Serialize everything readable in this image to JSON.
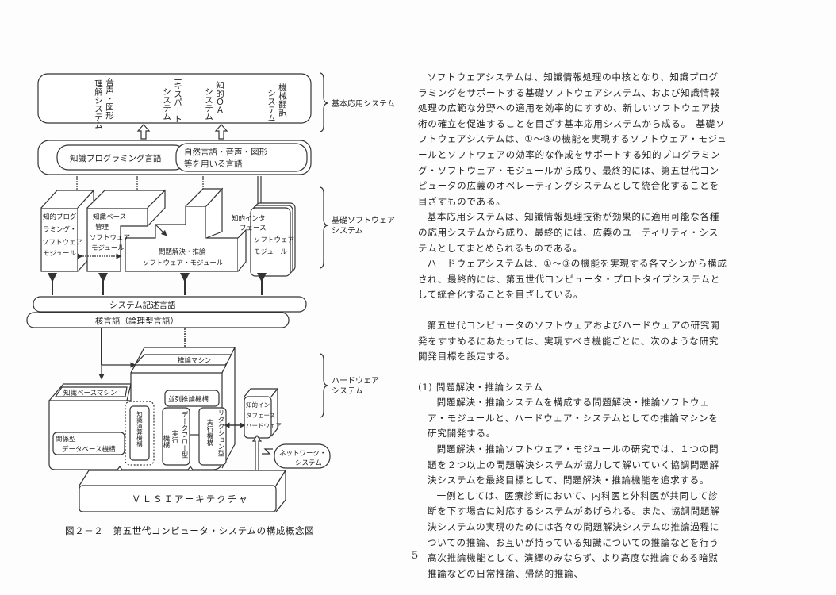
{
  "figure": {
    "caption": "図２－２　第五世代コンピュータ・システムの構成概念図",
    "application_systems": [
      "音声・図形理解システム",
      "エキスパートシステム",
      "知的ＯＡシステム",
      "機械翻訳システム"
    ],
    "app_col_lines": [
      [
        "理解システム",
        "音声・図形"
      ],
      [
        "エキスパート",
        "システム"
      ],
      [
        "知的ＯＡ",
        "システム"
      ],
      [
        "機械翻訳",
        "システム"
      ]
    ],
    "languages": {
      "knowledge_programming": "知識プログラミング言語",
      "natural_line1": "自然言語・音声・図形",
      "natural_line2": "等を用いる言語"
    },
    "software_modules": {
      "intelligent_programming": [
        "知的プログ",
        "ラミング・",
        "ソフトウェア",
        "モジュール"
      ],
      "kb_management": [
        "知識ベース",
        "管理",
        "ソフトウェア",
        "モジュール"
      ],
      "problem_solving": [
        "問題解決・推論",
        "ソフトウェア・モジュール"
      ],
      "intelligent_interface": [
        "知的インタ",
        "フェース",
        "ソフトウェア",
        "モジュール"
      ]
    },
    "system_description_language": "システム記述言語",
    "kernel_language": "核言語（論理型言語）",
    "hardware": {
      "inference_machine": "推論マシン",
      "kb_machine": "知識ベースマシン",
      "parallel_inference": "並列推論機構",
      "relational_db": [
        "関係型",
        "データベース機構"
      ],
      "knowledge_op": "知識演算機構",
      "dataflow": [
        "データフロー型",
        "実行",
        "機構"
      ],
      "reduction": [
        "リダクション型",
        "実行機構"
      ],
      "interface_hw": [
        "知的イン",
        "タフェース",
        "ハードウェア"
      ],
      "network": [
        "ネットワーク・",
        "システム"
      ],
      "vlsi": "ＶＬＳＩアーキテクチャ"
    },
    "brackets": {
      "basic_application": "基本応用システム",
      "basic_software_1": "基礎ソフトウェア",
      "basic_software_2": "システム",
      "hardware_1": "ハードウェア",
      "hardware_2": "システム"
    }
  },
  "text": {
    "p1": "ソフトウェアシステムは、知識情報処理の中核となり、知識プログラミングをサポートする基礎ソフトウェアシステム、および知識情報処理の広範な分野への適用を効率的にすすめ、新しいソフトウェア技術の確立を促進することを目ざす基本応用システムから成る。　基礎ソフトウェアシステムは、①～③の機能を実現するソフトウェア・モジュールとソフトウェアの効率的な作成をサポートする知的プログラミング・ソフトウェア・モジュールから成り、最終的には、第五世代コンピュータの広義のオペレーティングシステムとして統合化することを目ざすものである。",
    "p2": "基本応用システムは、知識情報処理技術が効果的に適用可能な各種の応用システムから成り、最終的には、広義のユーティリティ・システムとしてまとめられるものである。",
    "p3": "ハードウェアシステムは、①～③の機能を実現する各マシンから構成され、最終的には、第五世代コンピュータ・プロトタイプシステムとして統合化することを目ざしている。",
    "p4": "第五世代コンピュータのソフトウェアおよびハードウェアの研究開発をすすめるにあたっては、実現すべき機能ごとに、次のような研究開発目標を設定する。",
    "section1_heading": "(1) 問題解決・推論システム",
    "s1p1": "問題解決・推論システムを構成する問題解決・推論ソフトウェア・モジュールと、ハードウェア・システムとしての推論マシンを研究開発する。",
    "s1p2": "問題解決・推論ソフトウェア・モジュールの研究では、１つの問題を２つ以上の問題解決システムが協力して解いていく協調問題解決システムを最終目標として、問題解決・推論機能を追求する。",
    "s1p3": "一例としては、医療診断において、内科医と外科医が共同して診断を下す場合に対応するシステムがあげられる。また、協調問題解決システムの実現のためには各々の問題解決システムの推論過程についての推論、お互いが持っている知識についての推論などを行う高次推論機能として、演繹のみならず、より高度な推論である暗黙推論などの日常推論、帰納的推論、"
  },
  "page_number": "5"
}
